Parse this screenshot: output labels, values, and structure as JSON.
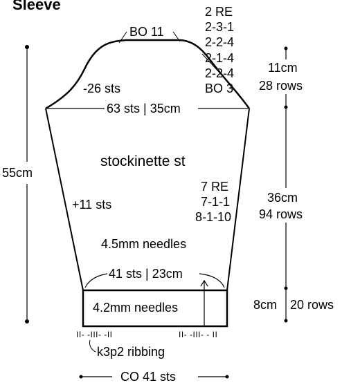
{
  "title": "Sleeve",
  "cap": {
    "bind_off_top": "BO 11",
    "decrease_steps": [
      "2 RE",
      "2-3-1",
      "2-2-4",
      "2-1-4",
      "2-2-4",
      "BO 3"
    ],
    "decrease_total": "-26 sts",
    "width_label": "63 sts | 35cm",
    "height_cm": "11cm",
    "height_rows": "28 rows"
  },
  "body": {
    "stitch": "stockinette st",
    "increase_total": "+11 sts",
    "increase_steps": [
      "7 RE",
      "7-1-1",
      "8-1-10"
    ],
    "needles": "4.5mm needles",
    "height_cm": "36cm",
    "height_rows": "94 rows"
  },
  "cuff": {
    "width_label": "41 sts | 23cm",
    "needles": "4.2mm needles",
    "ribbing": "k3p2 ribbing",
    "cast_on": "CO 41 sts",
    "height_cm": "8cm",
    "height_rows": "20 rows",
    "ribbing_marks_left": "II- -III- -II",
    "ribbing_marks_right": "II- -III- - II"
  },
  "total_length": "55cm"
}
